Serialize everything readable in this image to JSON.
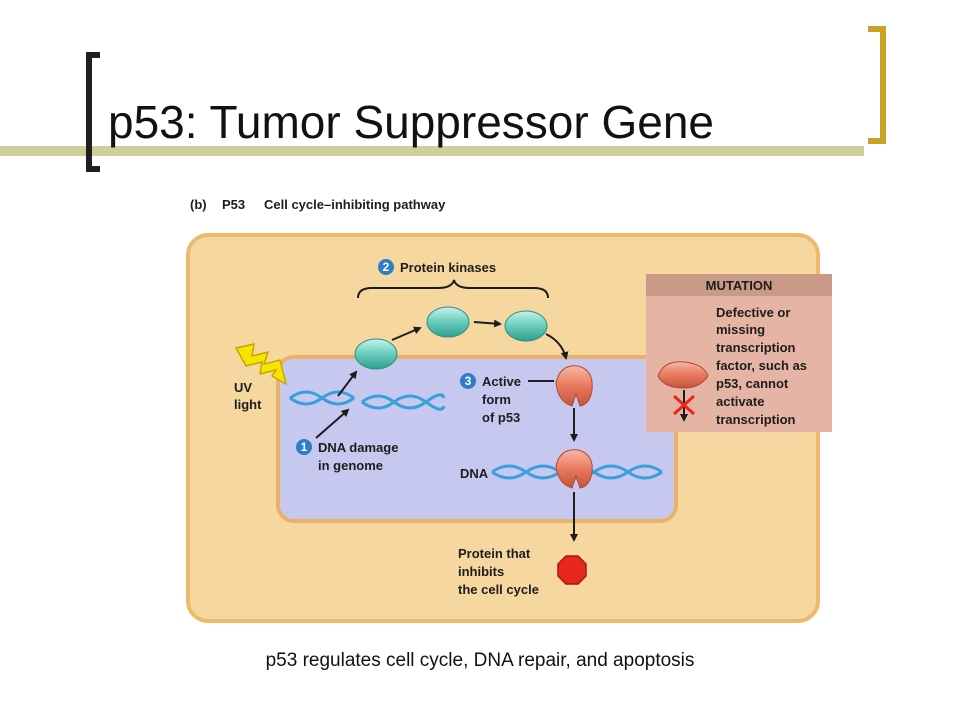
{
  "slide": {
    "title": "p53: Tumor Suppressor Gene",
    "caption": "p53 regulates cell cycle, DNA repair, and apoptosis"
  },
  "figure": {
    "panel_letter": "(b)",
    "pathway_gene": "P53",
    "pathway_name": "Cell cycle–inhibiting pathway",
    "uv_label": [
      "UV",
      "light"
    ],
    "steps": [
      {
        "number": "1",
        "lines": [
          "DNA damage",
          "in genome"
        ]
      },
      {
        "number": "2",
        "lines": [
          "Protein kinases"
        ]
      },
      {
        "number": "3",
        "lines": [
          "Active",
          "form",
          "of p53"
        ]
      }
    ],
    "dna_label": "DNA",
    "product_label": [
      "Protein that",
      "inhibits",
      "the cell cycle"
    ],
    "mutation": {
      "header": "MUTATION",
      "lines": [
        "Defective or",
        "missing",
        "transcription",
        "factor, such as",
        "p53, cannot",
        "activate",
        "transcription"
      ]
    }
  },
  "colors": {
    "cell_fill": "#f6d7a0",
    "cell_border": "#efb96b",
    "nucleus_fill": "#c7c8ef",
    "nucleus_border": "#e9b26a",
    "kinase": "#6fd0c0",
    "p53": "#e87a5f",
    "dna": "#3aa0dc",
    "stop_sign": "#e8271c",
    "step_badge": "#2f7dc6",
    "mutation_header": "#c99a86",
    "mutation_body": "#e6b4a5",
    "uv_bolt": "#f6e300",
    "title_bracket_accent": "#c9a227"
  }
}
